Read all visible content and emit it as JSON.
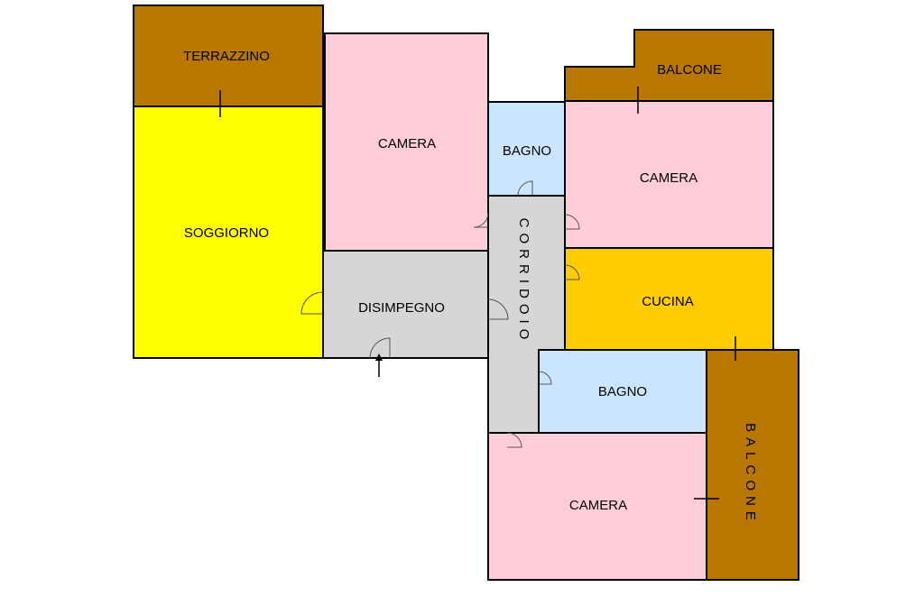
{
  "palette": {
    "outdoor": "#B87800",
    "bedroom": "#FFCCD9",
    "bathroom": "#CCE5FF",
    "living": "#FFFF00",
    "kitchen": "#FFCC00",
    "service": "#D6D6D6"
  },
  "rooms": [
    {
      "id": "terrazzino",
      "label": "TERRAZZINO",
      "fill": "outdoor"
    },
    {
      "id": "camera-1",
      "label": "CAMERA",
      "fill": "bedroom"
    },
    {
      "id": "bagno-1",
      "label": "BAGNO",
      "fill": "bathroom"
    },
    {
      "id": "balcone-1",
      "label": "BALCONE",
      "fill": "outdoor"
    },
    {
      "id": "camera-2",
      "label": "CAMERA",
      "fill": "bedroom"
    },
    {
      "id": "soggiorno",
      "label": "SOGGIORNO",
      "fill": "living"
    },
    {
      "id": "corridoio",
      "label": "CORRIDOIO",
      "fill": "service"
    },
    {
      "id": "disimpegno",
      "label": "DISIMPEGNO",
      "fill": "service"
    },
    {
      "id": "cucina",
      "label": "CUCINA",
      "fill": "kitchen"
    },
    {
      "id": "bagno-2",
      "label": "BAGNO",
      "fill": "bathroom"
    },
    {
      "id": "balcone-2",
      "label": "BALCONE",
      "fill": "outdoor"
    },
    {
      "id": "camera-3",
      "label": "CAMERA",
      "fill": "bedroom"
    }
  ]
}
